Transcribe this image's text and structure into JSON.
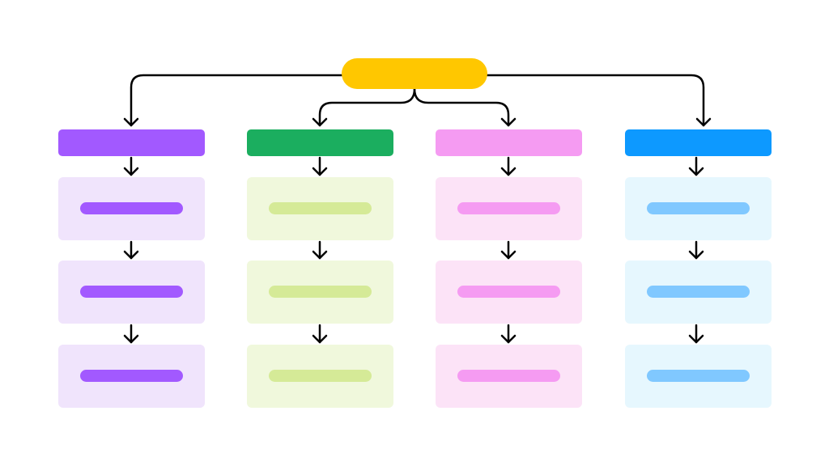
{
  "diagram": {
    "type": "hierarchy-flowchart",
    "root": {
      "label": "",
      "color": "#FFC700"
    },
    "columns": [
      {
        "name": "column-purple",
        "header_color": "#A259FF",
        "card_color": "#F0E4FC",
        "bar_color": "#A259FF",
        "cards": [
          "",
          "",
          ""
        ]
      },
      {
        "name": "column-green",
        "header_color": "#1BAE5F",
        "card_color": "#F0F8DC",
        "bar_color": "#D5EA97",
        "cards": [
          "",
          "",
          ""
        ]
      },
      {
        "name": "column-pink",
        "header_color": "#F59BF2",
        "card_color": "#FCE3F7",
        "bar_color": "#F59BF2",
        "cards": [
          "",
          "",
          ""
        ]
      },
      {
        "name": "column-blue",
        "header_color": "#0D99FF",
        "card_color": "#E6F7FE",
        "bar_color": "#80C8FF",
        "cards": [
          "",
          "",
          ""
        ]
      }
    ],
    "connector_color": "#000000"
  }
}
